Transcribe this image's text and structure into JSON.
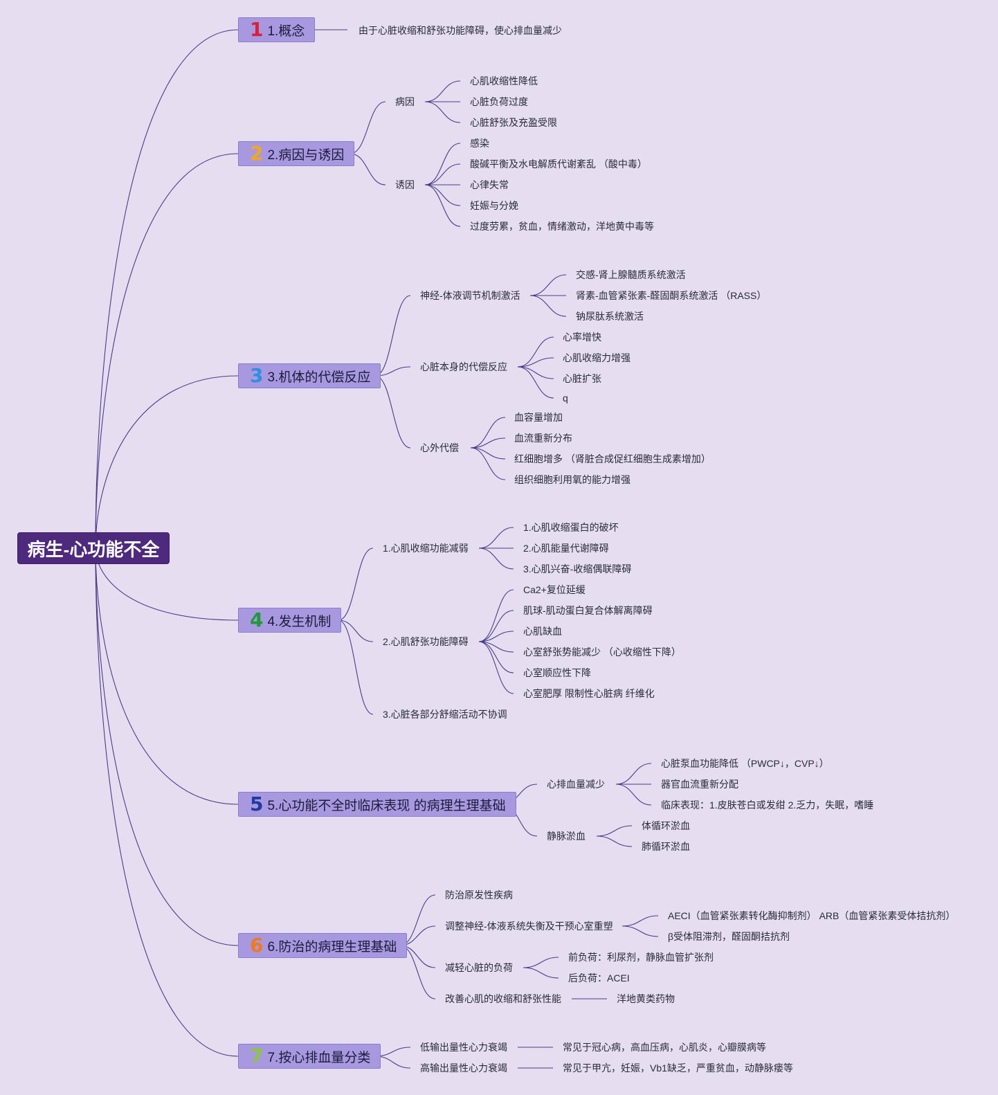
{
  "root": {
    "label": "病生-心功能不全"
  },
  "colors": {
    "root_bg": "#4d2a7e",
    "branch_bg": "#a798e0",
    "line": "#4a3a8a",
    "background": "#e6def0"
  },
  "branches": [
    {
      "number": "1",
      "number_color": "#d8213a",
      "label": "1.概念",
      "children": [
        {
          "label": "由于心脏收缩和舒张功能障碍，使心排血量减少"
        }
      ]
    },
    {
      "number": "2",
      "number_color": "#f2a81d",
      "label": "2.病因与诱因",
      "children": [
        {
          "label": "病因",
          "children": [
            "心肌收缩性降低",
            "心脏负荷过度",
            "心脏舒张及充盈受限"
          ]
        },
        {
          "label": "诱因",
          "children": [
            "感染",
            "酸碱平衡及水电解质代谢紊乱 （酸中毒）",
            "心律失常",
            "妊娠与分娩",
            "过度劳累，贫血，情绪激动，洋地黄中毒等"
          ]
        }
      ]
    },
    {
      "number": "3",
      "number_color": "#2f8fe0",
      "label": "3.机体的代偿反应",
      "children": [
        {
          "label": "神经-体液调节机制激活",
          "children": [
            "交感-肾上腺髓质系统激活",
            "肾素-血管紧张素-醛固酮系统激活 （RASS）",
            "钠尿肽系统激活"
          ]
        },
        {
          "label": "心脏本身的代偿反应",
          "children": [
            "心率增快",
            "心肌收缩力增强",
            "心脏扩张",
            "q"
          ]
        },
        {
          "label": "心外代偿",
          "children": [
            "血容量增加",
            "血流重新分布",
            "红细胞增多 （肾脏合成促红细胞生成素增加）",
            "组织细胞利用氧的能力增强"
          ]
        }
      ]
    },
    {
      "number": "4",
      "number_color": "#1f9a3a",
      "label": "4.发生机制",
      "children": [
        {
          "label": "1.心肌收缩功能减弱",
          "children": [
            "1.心肌收缩蛋白的破坏",
            "2.心肌能量代谢障碍",
            "3.心肌兴奋-收缩偶联障碍"
          ]
        },
        {
          "label": "2.心肌舒张功能障碍",
          "children": [
            "Ca2+复位延缓",
            "肌球-肌动蛋白复合体解离障碍",
            "心肌缺血",
            "心室舒张势能减少 （心收缩性下降）",
            "心室顺应性下降",
            "心室肥厚 限制性心脏病 纤维化"
          ]
        },
        {
          "label": "3.心脏各部分舒缩活动不协调",
          "children": []
        }
      ]
    },
    {
      "number": "5",
      "number_color": "#1f3aa0",
      "label": "5.心功能不全时临床表现 的病理生理基础",
      "children": [
        {
          "label": "心排血量减少",
          "children": [
            "心脏泵血功能降低 （PWCP↓，CVP↓）",
            "器官血流重新分配",
            "临床表现：1.皮肤苍白或发绀 2.乏力，失眠，嗜睡"
          ]
        },
        {
          "label": "静脉淤血",
          "children": [
            "体循环淤血",
            "肺循环淤血"
          ]
        }
      ]
    },
    {
      "number": "6",
      "number_color": "#f07a1a",
      "label": "6.防治的病理生理基础",
      "children": [
        {
          "label": "防治原发性疾病",
          "children": []
        },
        {
          "label": "调整神经-体液系统失衡及干预心室重塑",
          "children": [
            "AECI（血管紧张素转化酶抑制剂） ARB（血管紧张素受体拮抗剂）",
            "β受体阻滞剂，醛固酮拮抗剂"
          ]
        },
        {
          "label": "减轻心脏的负荷",
          "children": [
            "前负荷：利尿剂，静脉血管扩张剂",
            "后负荷：ACEI"
          ]
        },
        {
          "label": "改善心肌的收缩和舒张性能",
          "children": [
            "洋地黄类药物"
          ]
        }
      ]
    },
    {
      "number": "7",
      "number_color": "#8ac83a",
      "label": "7.按心排血量分类",
      "children": [
        {
          "label": "低输出量性心力衰竭",
          "children": [
            "常见于冠心病，高血压病，心肌炎，心瓣膜病等"
          ]
        },
        {
          "label": "高输出量性心力衰竭",
          "children": [
            "常见于甲亢，妊娠，Vb1缺乏，严重贫血，动静脉瘘等"
          ]
        }
      ]
    }
  ]
}
